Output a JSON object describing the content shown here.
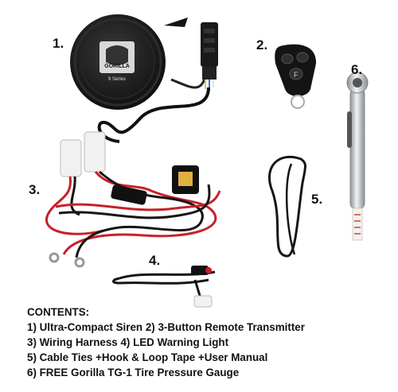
{
  "labels": {
    "siren": "1.",
    "remote": "2.",
    "harness": "3.",
    "led": "4.",
    "cable": "5.",
    "gauge": "6."
  },
  "siren_logo": {
    "brand": "GORILLA",
    "series": "9 Series"
  },
  "contents": {
    "heading": "CONTENTS:",
    "lines": [
      "1) Ultra-Compact Siren  2) 3-Button Remote Transmitter",
      "3) Wiring Harness  4) LED Warning Light",
      "5) Cable Ties  +Hook & Loop Tape  +User Manual",
      "6) FREE Gorilla TG-1 Tire Pressure Gauge"
    ]
  },
  "colors": {
    "background": "#ffffff",
    "device": "#1c1c1c",
    "wire_red": "#c8202a",
    "wire_black": "#151515",
    "chrome": "#b9bcc0"
  }
}
